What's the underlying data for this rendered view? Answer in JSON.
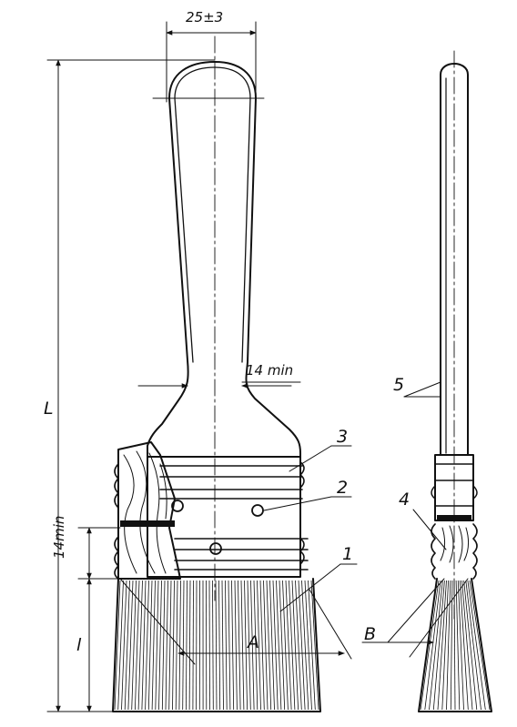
{
  "dimensions": {
    "width_tolerance": "25±3",
    "neck_min": "14 min",
    "ferrule_min": "14min",
    "overall_length": "L",
    "bristle_length": "l"
  },
  "section_marks": {
    "view_a": "A",
    "view_b": "B"
  },
  "part_numbers": [
    "1",
    "2",
    "3",
    "4",
    "5"
  ]
}
